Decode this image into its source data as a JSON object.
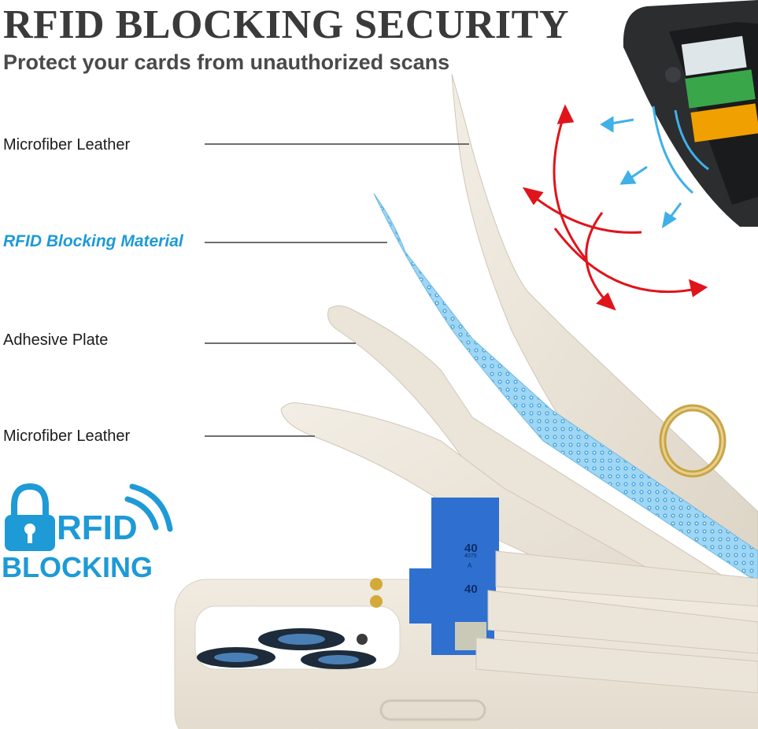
{
  "header": {
    "title": "RFID BLOCKING SECURITY",
    "subtitle": "Protect your cards from unauthorized scans"
  },
  "layers": [
    {
      "label": "Microfiber Leather"
    },
    {
      "label": "RFID Blocking Material"
    },
    {
      "label": "Adhesive Plate"
    },
    {
      "label": "Microfiber Leather"
    }
  ],
  "badge": {
    "word1": "RFID",
    "word2": "BLOCKING"
  },
  "cards": {
    "number_fragment_1": "40",
    "number_fragment_2": "40",
    "sub_fragment": "4075",
    "letter": "A"
  },
  "colors": {
    "accent": "#1e9ad6",
    "leather": "#ede7dc",
    "card_blue": "#2f6fd0",
    "signal_red": "#e0141b",
    "signal_blue": "#3fb0e8",
    "terminal_green": "#3aa64a",
    "terminal_orange": "#f0a000"
  },
  "icons": [
    "padlock-icon",
    "wifi-signal-icon",
    "card-reader-icon",
    "phone-ring-holder-icon"
  ]
}
